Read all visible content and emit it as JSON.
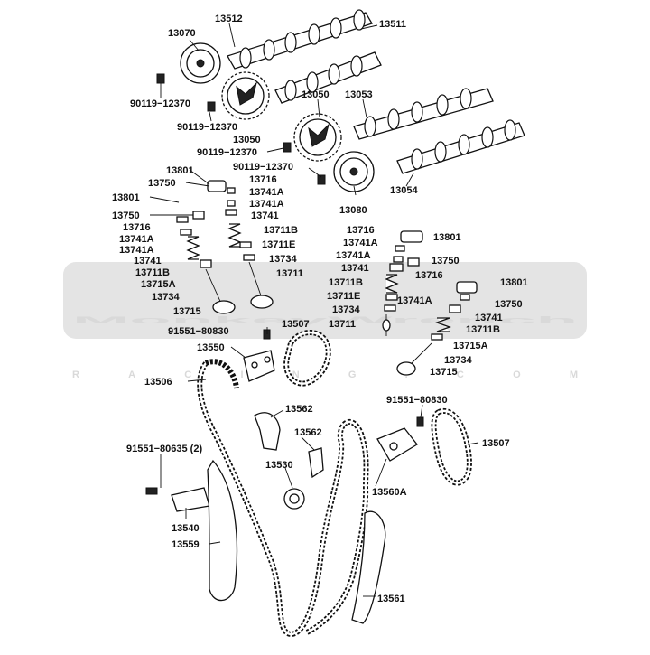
{
  "watermark": {
    "line1": "MonkeyWrench",
    "line2": "RACING.COM"
  },
  "labels": [
    {
      "id": "lbl-13512",
      "text": "13512"
    },
    {
      "id": "lbl-13511",
      "text": "13511"
    },
    {
      "id": "lbl-13070",
      "text": "13070"
    },
    {
      "id": "lbl-90119-a",
      "text": "90119−12370"
    },
    {
      "id": "lbl-90119-b",
      "text": "90119−12370"
    },
    {
      "id": "lbl-13050-a",
      "text": "13050"
    },
    {
      "id": "lbl-13050-b",
      "text": "13050"
    },
    {
      "id": "lbl-13053",
      "text": "13053"
    },
    {
      "id": "lbl-90119-c",
      "text": "90119−12370"
    },
    {
      "id": "lbl-90119-d",
      "text": "90119−12370"
    },
    {
      "id": "lbl-13054",
      "text": "13054"
    },
    {
      "id": "lbl-13080",
      "text": "13080"
    },
    {
      "id": "lbl-13801-a",
      "text": "13801"
    },
    {
      "id": "lbl-13750-a",
      "text": "13750"
    },
    {
      "id": "lbl-13801-b",
      "text": "13801"
    },
    {
      "id": "lbl-13750-b",
      "text": "13750"
    },
    {
      "id": "lbl-13716-a",
      "text": "13716"
    },
    {
      "id": "lbl-13741A-a",
      "text": "13741A"
    },
    {
      "id": "lbl-13741A-b",
      "text": "13741A"
    },
    {
      "id": "lbl-13741-a",
      "text": "13741"
    },
    {
      "id": "lbl-13711B-a",
      "text": "13711B"
    },
    {
      "id": "lbl-13715A-a",
      "text": "13715A"
    },
    {
      "id": "lbl-13734-a",
      "text": "13734"
    },
    {
      "id": "lbl-13715-a",
      "text": "13715"
    },
    {
      "id": "lbl-13716-b",
      "text": "13716"
    },
    {
      "id": "lbl-13741A-c",
      "text": "13741A"
    },
    {
      "id": "lbl-13741A-d",
      "text": "13741A"
    },
    {
      "id": "lbl-13741-b",
      "text": "13741"
    },
    {
      "id": "lbl-13711B-b",
      "text": "13711B"
    },
    {
      "id": "lbl-13711E-a",
      "text": "13711E"
    },
    {
      "id": "lbl-13734-b",
      "text": "13734"
    },
    {
      "id": "lbl-13711-a",
      "text": "13711"
    },
    {
      "id": "lbl-13716-c",
      "text": "13716"
    },
    {
      "id": "lbl-13741A-e",
      "text": "13741A"
    },
    {
      "id": "lbl-13801-c",
      "text": "13801"
    },
    {
      "id": "lbl-13741A-f",
      "text": "13741A"
    },
    {
      "id": "lbl-13750-c",
      "text": "13750"
    },
    {
      "id": "lbl-13741-c",
      "text": "13741"
    },
    {
      "id": "lbl-13711B-c",
      "text": "13711B"
    },
    {
      "id": "lbl-13711E-b",
      "text": "13711E"
    },
    {
      "id": "lbl-13734-c",
      "text": "13734"
    },
    {
      "id": "lbl-13711-b",
      "text": "13711"
    },
    {
      "id": "lbl-13716-d",
      "text": "13716"
    },
    {
      "id": "lbl-13801-d",
      "text": "13801"
    },
    {
      "id": "lbl-13741A-g",
      "text": "13741A"
    },
    {
      "id": "lbl-13750-d",
      "text": "13750"
    },
    {
      "id": "lbl-13741-d",
      "text": "13741"
    },
    {
      "id": "lbl-13711B-d",
      "text": "13711B"
    },
    {
      "id": "lbl-13715A-b",
      "text": "13715A"
    },
    {
      "id": "lbl-13734-d",
      "text": "13734"
    },
    {
      "id": "lbl-13715-b",
      "text": "13715"
    },
    {
      "id": "lbl-91551-80830-a",
      "text": "91551−80830"
    },
    {
      "id": "lbl-13507-a",
      "text": "13507"
    },
    {
      "id": "lbl-13550",
      "text": "13550"
    },
    {
      "id": "lbl-13506",
      "text": "13506"
    },
    {
      "id": "lbl-13562-a",
      "text": "13562"
    },
    {
      "id": "lbl-13562-b",
      "text": "13562"
    },
    {
      "id": "lbl-91551-80830-b",
      "text": "91551−80830"
    },
    {
      "id": "lbl-13507-b",
      "text": "13507"
    },
    {
      "id": "lbl-91551-80635",
      "text": "91551−80635 (2)"
    },
    {
      "id": "lbl-13530",
      "text": "13530"
    },
    {
      "id": "lbl-13560A",
      "text": "13560A"
    },
    {
      "id": "lbl-13540",
      "text": "13540"
    },
    {
      "id": "lbl-13559",
      "text": "13559"
    },
    {
      "id": "lbl-13561",
      "text": "13561"
    }
  ]
}
